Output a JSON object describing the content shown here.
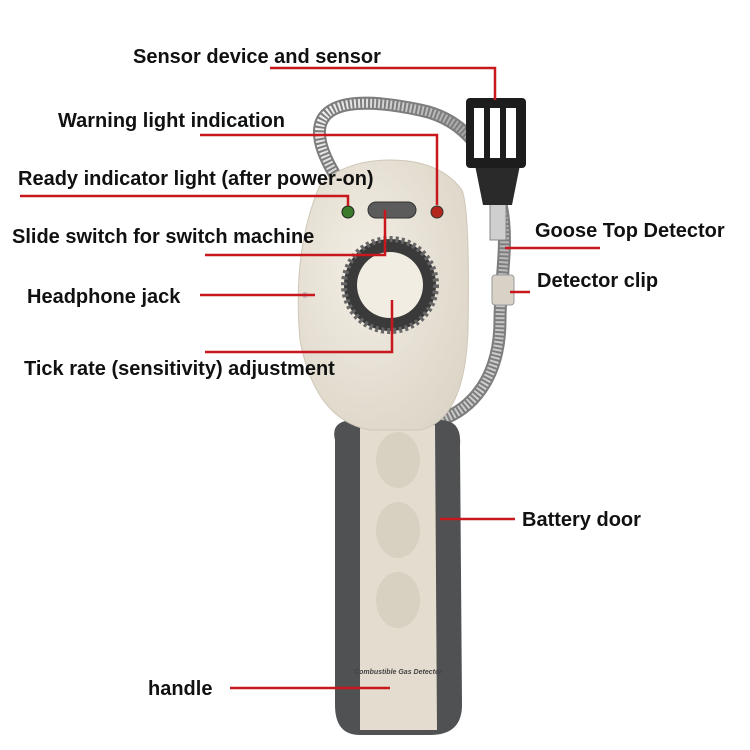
{
  "labels": {
    "sensor": "Sensor device and sensor",
    "warning": "Warning light indication",
    "ready": "Ready indicator light (after power-on)",
    "slide": "Slide switch for switch machine",
    "headphone": "Headphone jack",
    "tick": "Tick rate (sensitivity) adjustment",
    "goose": "Goose Top Detector",
    "clip": "Detector clip",
    "battery": "Battery door",
    "handle": "handle"
  },
  "device": {
    "product_text": "Combustible Gas Detector"
  },
  "colors": {
    "leader_line": "#c8171d",
    "body": "#e9e3d7",
    "grip": "#4f5153",
    "ready_led": "#3a7a2a",
    "alarm_led": "#b3261e"
  }
}
